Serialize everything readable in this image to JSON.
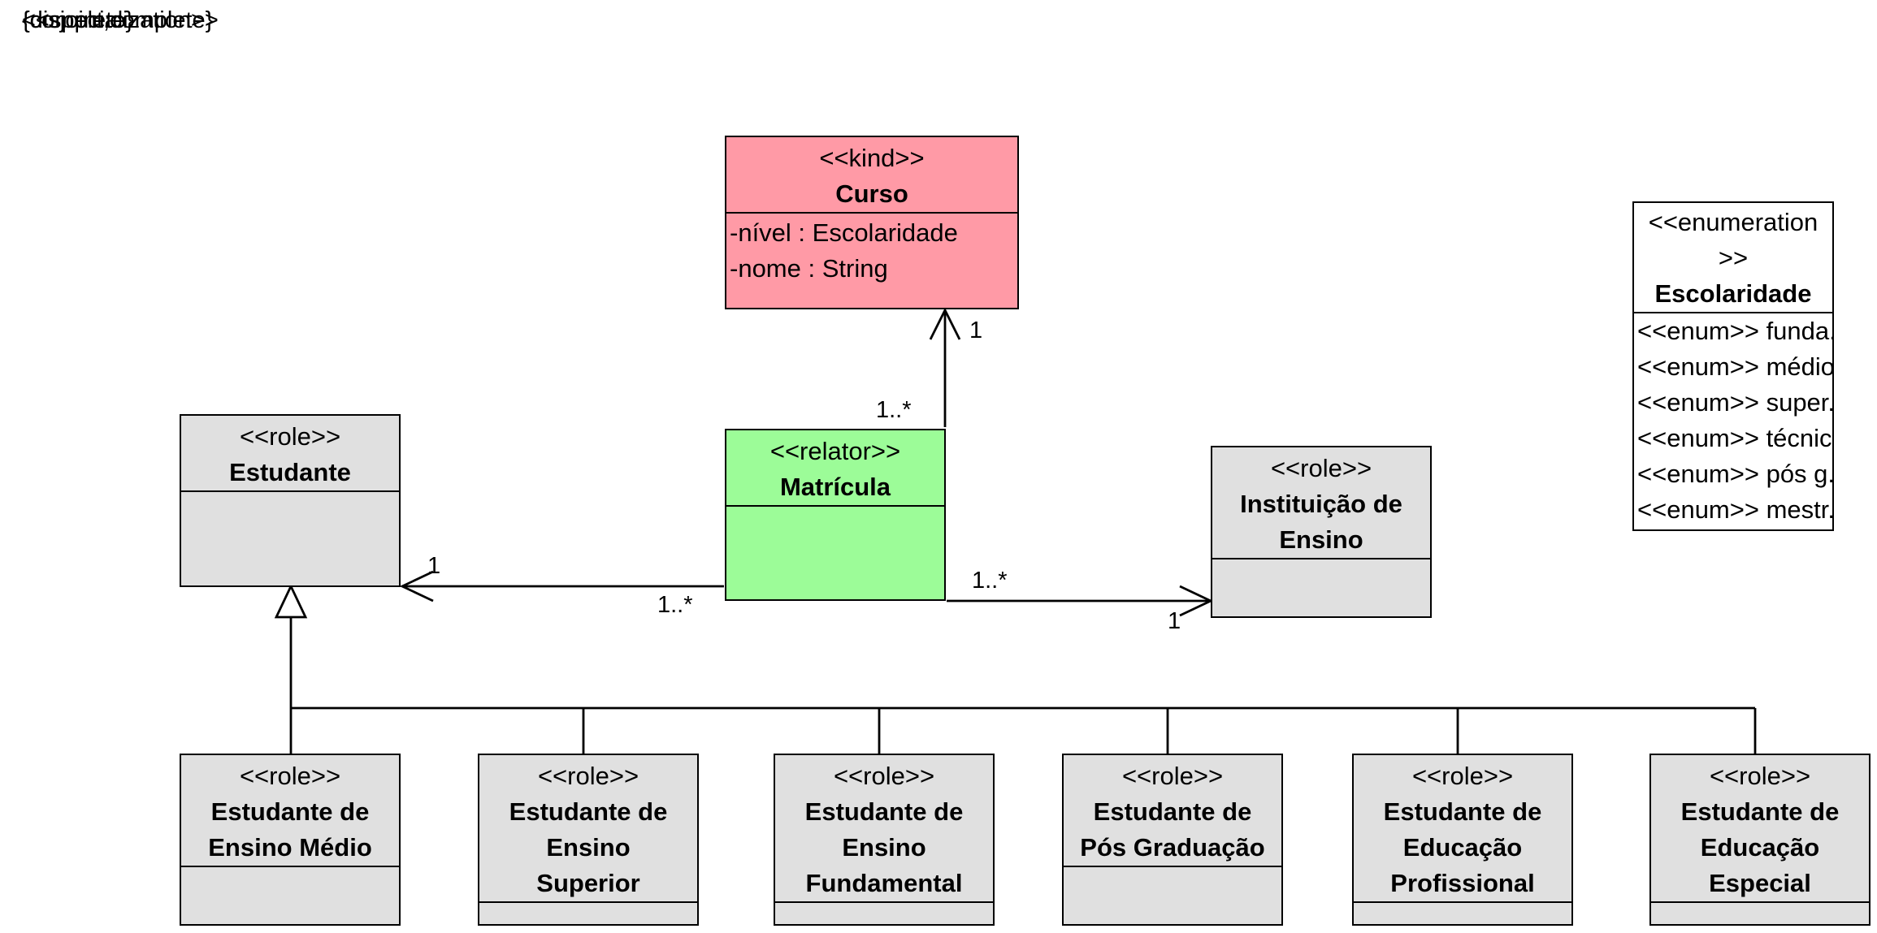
{
  "generalization_set": {
    "label_a": "{disjoint,complete}",
    "label_b": "<<specialization>>",
    "label_c": "{complete}"
  },
  "classes": {
    "curso": {
      "stereotype": "<<kind>>",
      "name": "Curso",
      "attributes": [
        "-nível : Escolaridade",
        "-nome : String"
      ],
      "color": "#ff9aa6"
    },
    "estudante": {
      "stereotype": "<<role>>",
      "name": "Estudante",
      "color": "#e0e0e0"
    },
    "matricula": {
      "stereotype": "<<relator>>",
      "name": "Matrícula",
      "color": "#9cfc98"
    },
    "instituicao": {
      "stereotype": "<<role>>",
      "name": "Instituição de Ensino",
      "color": "#e0e0e0"
    },
    "escolaridade": {
      "stereotype": "<<enumeration>>",
      "name": "Escolaridade",
      "literals": [
        "<<enum>> funda...",
        "<<enum>> médio",
        "<<enum>> super...",
        "<<enum>> técnico",
        "<<enum>> pós g...",
        "<<enum>> mestr..."
      ]
    },
    "subroles": [
      {
        "stereotype": "<<role>>",
        "name": "Estudante de Ensino Médio"
      },
      {
        "stereotype": "<<role>>",
        "name": "Estudante de Ensino Superior"
      },
      {
        "stereotype": "<<role>>",
        "name": "Estudante de Ensino Fundamental"
      },
      {
        "stereotype": "<<role>>",
        "name": "Estudante de Pós Graduação"
      },
      {
        "stereotype": "<<role>>",
        "name": "Estudante de Educação Profissional"
      },
      {
        "stereotype": "<<role>>",
        "name": "Estudante de Educação Especial"
      }
    ]
  },
  "associations": {
    "matricula_curso": {
      "source_mult": "1..*",
      "target_mult": "1"
    },
    "matricula_estudante": {
      "source_mult": "1..*",
      "target_mult": "1"
    },
    "matricula_instituicao": {
      "source_mult": "1..*",
      "target_mult": "1"
    }
  }
}
